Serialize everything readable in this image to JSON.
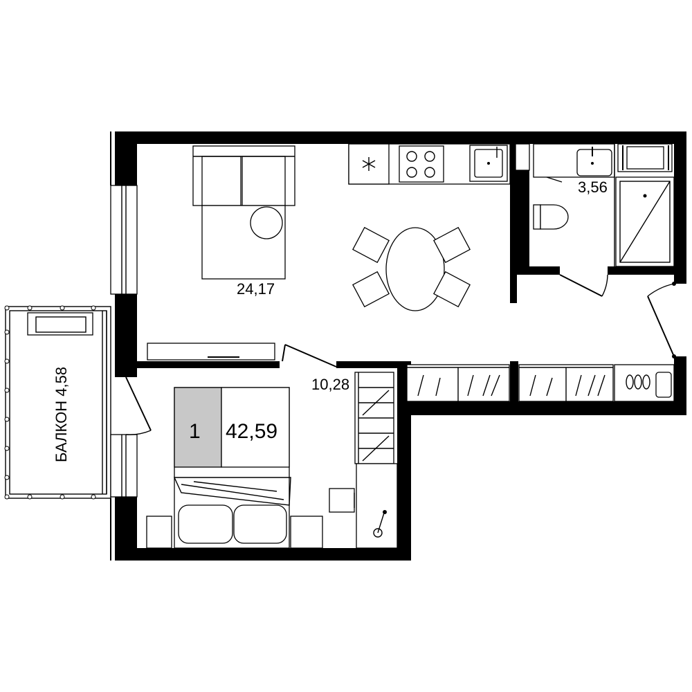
{
  "rooms": {
    "living_kitchen_area": "24,17",
    "bathroom_area": "3,56",
    "bedroom_area": "10,28",
    "balcony_label": "БАЛКОН 4,58"
  },
  "badge": {
    "rooms_count": "1",
    "total_area": "42,59",
    "rooms_fill": "#c8c8c8"
  },
  "colors": {
    "wall": "#000000",
    "line": "#000000",
    "background": "#ffffff"
  }
}
